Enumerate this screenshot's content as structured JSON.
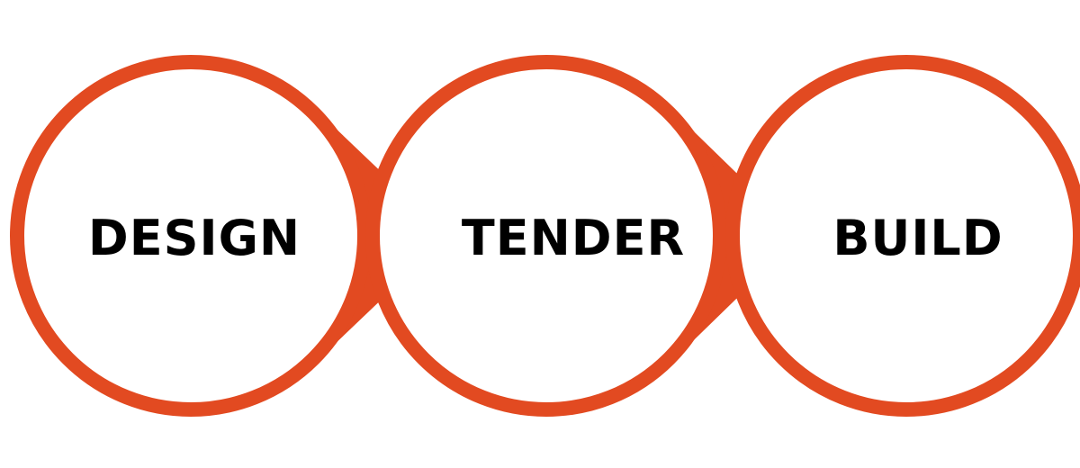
{
  "diagram": {
    "accent_color": "#e24a21",
    "text_color": "#000000",
    "stages": [
      {
        "label": "DESIGN"
      },
      {
        "label": "TENDER"
      },
      {
        "label": "BUILD"
      }
    ],
    "connector_shape": "arrowhead"
  }
}
